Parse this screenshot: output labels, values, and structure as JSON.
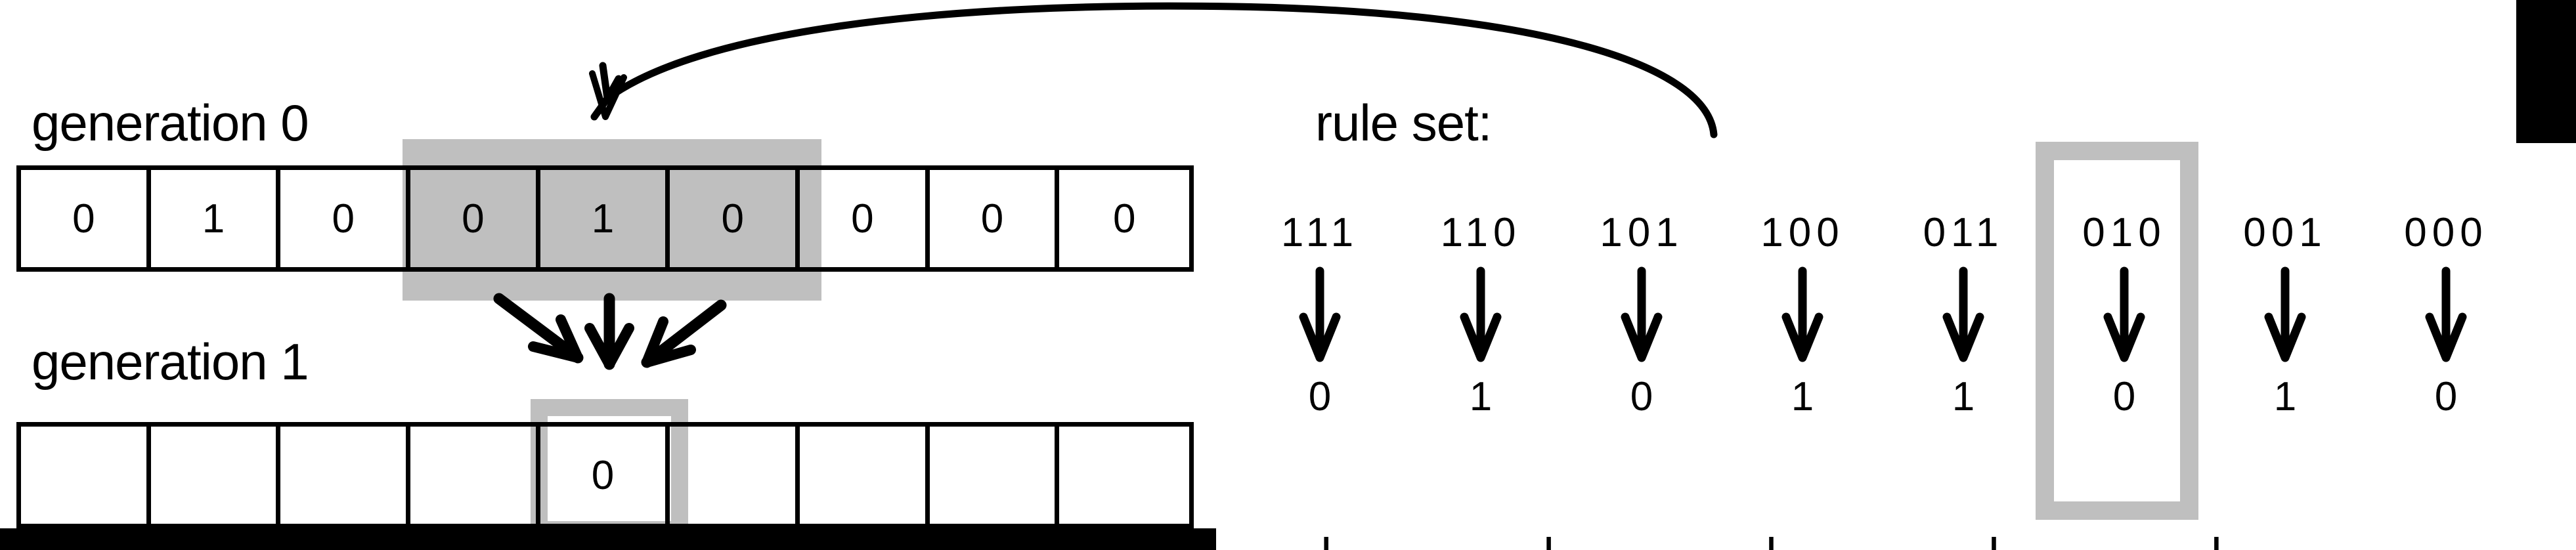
{
  "diagram": {
    "title_generation_0": "generation 0",
    "title_generation_1": "generation 1",
    "title_rule_set": "rule set:",
    "bottom_cutoff_text": "I I I I I"
  },
  "colors": {
    "ink": "#000000",
    "highlighter": "#bfbfbf",
    "paper": "#ffffff"
  },
  "generation_0": {
    "label": "generation 0",
    "cells": [
      "0",
      "1",
      "0",
      "0",
      "1",
      "0",
      "0",
      "0",
      "0"
    ],
    "highlighted_indices": [
      3,
      4,
      5
    ],
    "highlight_style": "filled"
  },
  "generation_1": {
    "label": "generation 1",
    "cells": [
      "",
      "",
      "",
      "",
      "0",
      "",
      "",
      "",
      ""
    ],
    "highlighted_indices": [
      4
    ],
    "highlight_style": "outline"
  },
  "rule_set": {
    "label": "rule set:",
    "arrow_glyph": "down-arrow",
    "highlighted_index": 5,
    "rules": [
      {
        "pattern": "111",
        "output": "0"
      },
      {
        "pattern": "110",
        "output": "1"
      },
      {
        "pattern": "101",
        "output": "0"
      },
      {
        "pattern": "100",
        "output": "1"
      },
      {
        "pattern": "011",
        "output": "1"
      },
      {
        "pattern": "010",
        "output": "0"
      },
      {
        "pattern": "001",
        "output": "1"
      },
      {
        "pattern": "000",
        "output": "0"
      }
    ]
  },
  "annotations": {
    "curved_arrow": "curved-arrow-from-ruleset-to-generation-0",
    "converging_arrows": "three-converging-down-arrows",
    "black_block_top_right": "black-rectangle",
    "black_bar_bottom_left": "black-bar"
  }
}
